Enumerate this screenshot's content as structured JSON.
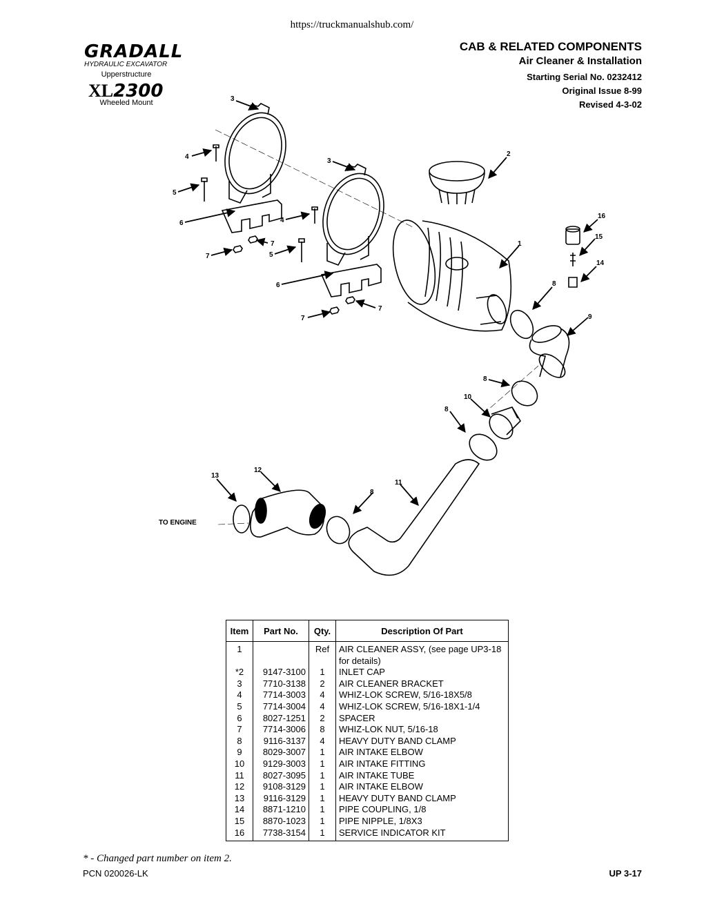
{
  "watermark_url": "https://truckmanualshub.com/",
  "brand": {
    "logo": "GRADALL",
    "subtitle": "HYDRAULIC EXCAVATOR",
    "section": "Upperstructure",
    "model_prefix": "XL",
    "model_number": "2300",
    "mount": "Wheeled Mount"
  },
  "header": {
    "title": "CAB & RELATED COMPONENTS",
    "subtitle": "Air Cleaner & Installation",
    "serial": "Starting Serial No. 0232412",
    "issue": "Original Issue 8-99",
    "revised": "Revised 4-3-02"
  },
  "diagram": {
    "to_engine_label": "TO ENGINE",
    "callouts": [
      "1",
      "2",
      "3",
      "4",
      "5",
      "6",
      "7",
      "8",
      "9",
      "10",
      "11",
      "12",
      "13",
      "14",
      "15",
      "16"
    ]
  },
  "parts_table": {
    "headers": [
      "Item",
      "Part No.",
      "Qty.",
      "Description Of Part"
    ],
    "rows": [
      {
        "item": "1",
        "part": "",
        "qty": "Ref",
        "desc": "AIR CLEANER ASSY, (see page UP3-18 for details)"
      },
      {
        "item": "*2",
        "part": "9147-3100",
        "qty": "1",
        "desc": "INLET CAP"
      },
      {
        "item": "3",
        "part": "7710-3138",
        "qty": "2",
        "desc": "AIR CLEANER BRACKET"
      },
      {
        "item": "4",
        "part": "7714-3003",
        "qty": "4",
        "desc": "WHIZ-LOK SCREW, 5/16-18X5/8"
      },
      {
        "item": "5",
        "part": "7714-3004",
        "qty": "4",
        "desc": "WHIZ-LOK SCREW, 5/16-18X1-1/4"
      },
      {
        "item": "6",
        "part": "8027-1251",
        "qty": "2",
        "desc": "SPACER"
      },
      {
        "item": "7",
        "part": "7714-3006",
        "qty": "8",
        "desc": "WHIZ-LOK NUT, 5/16-18"
      },
      {
        "item": "8",
        "part": "9116-3137",
        "qty": "4",
        "desc": "HEAVY DUTY BAND CLAMP"
      },
      {
        "item": "9",
        "part": "8029-3007",
        "qty": "1",
        "desc": "AIR INTAKE ELBOW"
      },
      {
        "item": "10",
        "part": "9129-3003",
        "qty": "1",
        "desc": "AIR INTAKE FITTING"
      },
      {
        "item": "11",
        "part": "8027-3095",
        "qty": "1",
        "desc": "AIR INTAKE TUBE"
      },
      {
        "item": "12",
        "part": "9108-3129",
        "qty": "1",
        "desc": "AIR INTAKE ELBOW"
      },
      {
        "item": "13",
        "part": "9116-3129",
        "qty": "1",
        "desc": "HEAVY DUTY BAND CLAMP"
      },
      {
        "item": "14",
        "part": "8871-1210",
        "qty": "1",
        "desc": "PIPE COUPLING, 1/8"
      },
      {
        "item": "15",
        "part": "8870-1023",
        "qty": "1",
        "desc": "PIPE NIPPLE, 1/8X3"
      },
      {
        "item": "16",
        "part": "7738-3154",
        "qty": "1",
        "desc": "SERVICE INDICATOR KIT"
      }
    ]
  },
  "footer": {
    "note": "* - Changed part number on item 2.",
    "pcn": "PCN 020026-LK",
    "page": "UP 3-17"
  }
}
